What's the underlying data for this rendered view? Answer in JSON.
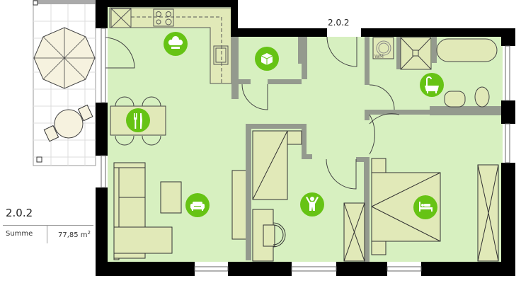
{
  "unit": {
    "name": "2.0.2",
    "top_label": "2.0.2",
    "summary": {
      "label": "Summe",
      "value": "77,85 m",
      "unit_sup": "2"
    }
  },
  "rooms": [
    {
      "name": "kitchen",
      "icon": "chef-hat-icon"
    },
    {
      "name": "storage",
      "icon": "box-icon"
    },
    {
      "name": "bathroom",
      "icon": "bathtub-icon"
    },
    {
      "name": "dining",
      "icon": "fork-knife-icon"
    },
    {
      "name": "living",
      "icon": "sofa-icon"
    },
    {
      "name": "child-room",
      "icon": "child-icon"
    },
    {
      "name": "bedroom",
      "icon": "bed-icon"
    },
    {
      "name": "balcony",
      "icon": "parasol-icon"
    }
  ],
  "fixtures": {
    "washing_machine_label": "WM"
  },
  "colors": {
    "floor": "#d7f0c0",
    "furniture": "#e1e9b8",
    "wall_exterior": "#000000",
    "wall_interior": "#949a8e",
    "icon_bg": "#66c314",
    "terrace": "#f6f2df"
  }
}
